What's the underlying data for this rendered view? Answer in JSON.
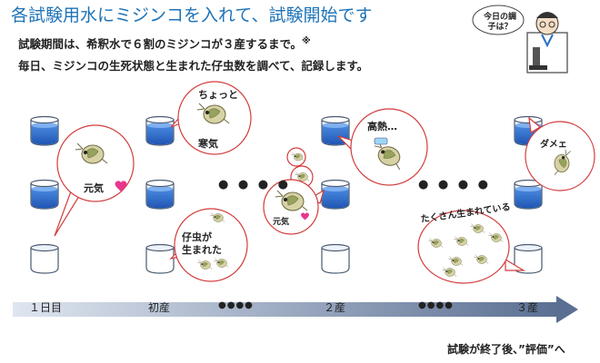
{
  "header": {
    "title": "各試験用水にミジンコを入れて、試験開始です",
    "line1": "試験期間は、希釈水で６割のミジンコが３産するまで。",
    "line1_mark": "※",
    "line2": "毎日、ミジンコの生死状態と生まれた仔虫数を調べて、記録します。"
  },
  "character": {
    "speech": "今日の調子は？"
  },
  "bubbles": {
    "genki1": "元気",
    "choto": "ちょっと",
    "samuke": "寒気",
    "shichu1": "仔虫が",
    "shichu2": "生まれた",
    "genki2": "元気",
    "kounetsu": "高熱…",
    "dame": "ダメェ",
    "takusan": "たくさん生まれている"
  },
  "timeline": {
    "labels": [
      "１日目",
      "初産",
      "●●●●",
      "２産",
      "●●●●",
      "３産"
    ]
  },
  "dots": "● ● ● ●",
  "footer": "試験が終了後、”評価”へ",
  "colors": {
    "title": "#1e73b8",
    "water": "#2266c4",
    "heart": "#e8368f",
    "bubble": "#d33c3c"
  }
}
